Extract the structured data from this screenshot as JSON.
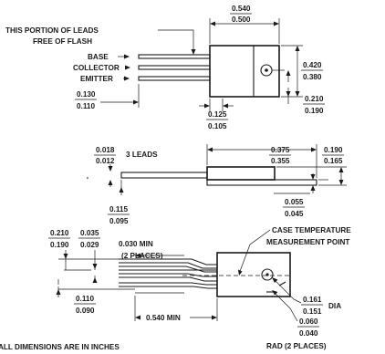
{
  "notes": {
    "lead_flash": [
      "THIS PORTION OF LEADS",
      "FREE OF FLASH"
    ],
    "base": "BASE",
    "collector": "COLLECTOR",
    "emitter": "EMITTER",
    "three_leads": "3 LEADS",
    "case_temp": [
      "CASE TEMPERATURE",
      "MEASUREMENT POINT"
    ],
    "min_two_places": [
      "0.030 MIN",
      "(2 PLACES)"
    ],
    "dia": "DIA",
    "rad_two_places": "RAD (2 PLACES)",
    "units": "ALL DIMENSIONS ARE IN INCHES"
  },
  "dims": {
    "top_width": {
      "max": "0.540",
      "min": "0.500"
    },
    "top_height": {
      "max": "0.420",
      "min": "0.380"
    },
    "hole_pos": {
      "max": "0.210",
      "min": "0.190"
    },
    "lead_pitch": {
      "max": "0.130",
      "min": "0.110"
    },
    "step_width": {
      "max": "0.125",
      "min": "0.105"
    },
    "lead_thk": {
      "max": "0.018",
      "min": "0.012"
    },
    "body_len": {
      "max": "0.375",
      "min": "0.355"
    },
    "body_thk": {
      "max": "0.190",
      "min": "0.165"
    },
    "lead_offset": {
      "max": "0.115",
      "min": "0.095"
    },
    "tab_thk": {
      "max": "0.055",
      "min": "0.045"
    },
    "bot_a": {
      "max": "0.210",
      "min": "0.190"
    },
    "bot_b": {
      "max": "0.035",
      "min": "0.029"
    },
    "bot_c": {
      "max": "0.110",
      "min": "0.090"
    },
    "lead_min_len": "0.540 MIN",
    "hole_dia": {
      "max": "0.161",
      "min": "0.151"
    },
    "corner_rad": {
      "max": "0.060",
      "min": "0.040"
    }
  }
}
